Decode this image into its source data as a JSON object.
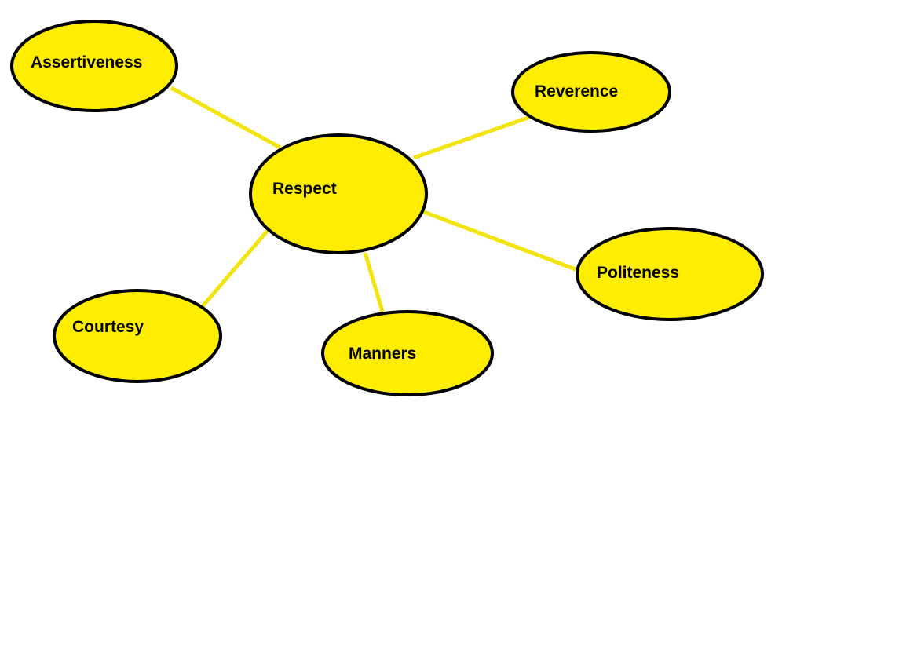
{
  "diagram": {
    "type": "mind-map",
    "colors": {
      "node_fill": "#ffee00",
      "node_border": "#000000",
      "connector": "#f2e50f",
      "background": "#ffffff",
      "text": "#000000"
    },
    "center": {
      "id": "respect",
      "label": "Respect"
    },
    "nodes": [
      {
        "id": "assertiveness",
        "label": "Assertiveness"
      },
      {
        "id": "reverence",
        "label": "Reverence"
      },
      {
        "id": "politeness",
        "label": "Politeness"
      },
      {
        "id": "manners",
        "label": "Manners"
      },
      {
        "id": "courtesy",
        "label": "Courtesy"
      }
    ],
    "edges": [
      {
        "from": "respect",
        "to": "assertiveness"
      },
      {
        "from": "respect",
        "to": "reverence"
      },
      {
        "from": "respect",
        "to": "politeness"
      },
      {
        "from": "respect",
        "to": "manners"
      },
      {
        "from": "respect",
        "to": "courtesy"
      }
    ]
  }
}
